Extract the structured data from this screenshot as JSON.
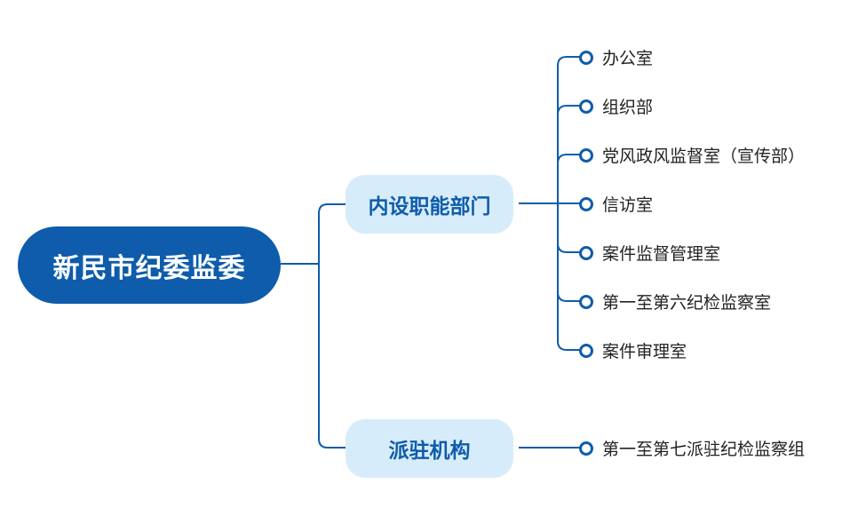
{
  "root": {
    "label": "新民市纪委监委"
  },
  "branches": [
    {
      "label": "内设职能部门",
      "children": [
        "办公室",
        "组织部",
        "党风政风监督室（宣传部）",
        "信访室",
        "案件监督管理室",
        "第一至第六纪检监察室",
        "案件审理室"
      ]
    },
    {
      "label": "派驻机构",
      "children": [
        "第一至第七派驻纪检监察组"
      ]
    }
  ],
  "colors": {
    "primary": "#0e5cab",
    "light": "#d7ecfa",
    "text": "#222222"
  }
}
